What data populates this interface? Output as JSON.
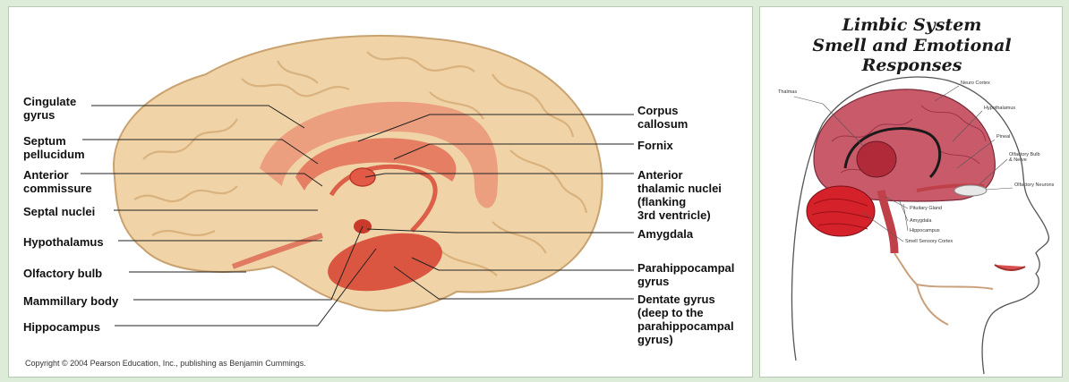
{
  "left": {
    "labels_left": [
      {
        "id": "cingulate",
        "text": "Cingulate\ngyrus"
      },
      {
        "id": "septum",
        "text": "Septum\npellucidum"
      },
      {
        "id": "anterior-commissure",
        "text": "Anterior\ncommissure"
      },
      {
        "id": "septal-nuclei",
        "text": "Septal nuclei"
      },
      {
        "id": "hypothalamus",
        "text": "Hypothalamus"
      },
      {
        "id": "olfactory-bulb",
        "text": "Olfactory bulb"
      },
      {
        "id": "mammillary-body",
        "text": "Mammillary body"
      },
      {
        "id": "hippocampus",
        "text": "Hippocampus"
      }
    ],
    "labels_right": [
      {
        "id": "corpus-callosum",
        "text": "Corpus\ncallosum"
      },
      {
        "id": "fornix",
        "text": "Fornix"
      },
      {
        "id": "anterior-thalamic",
        "text": "Anterior\nthalamic nuclei\n(flanking\n3rd ventricle)"
      },
      {
        "id": "amygdala",
        "text": "Amygdala"
      },
      {
        "id": "parahippocampal",
        "text": "Parahippocampal\ngyrus"
      },
      {
        "id": "dentate",
        "text": "Dentate gyrus\n(deep to the\nparahippocampal\ngyrus)"
      }
    ],
    "copyright": "Copyright © 2004 Pearson Education, Inc., publishing as Benjamin Cummings."
  },
  "right": {
    "title_line1": "Limbic System",
    "title_line2": "Smell and Emotional Responses",
    "labels": [
      {
        "id": "thalmas",
        "text": "Thalmas"
      },
      {
        "id": "neuro-cortex",
        "text": "Neuro Cortex"
      },
      {
        "id": "hypothalamus-r",
        "text": "Hypothalamus"
      },
      {
        "id": "pineal",
        "text": "Pineal"
      },
      {
        "id": "olfactory-bulb-nerve",
        "text": "Olfactory Bulb\n& Nerve"
      },
      {
        "id": "olfactory-neurons",
        "text": "Olfactory Neurons"
      },
      {
        "id": "pituitary",
        "text": "Pituitary Gland"
      },
      {
        "id": "amygdala-r",
        "text": "Amygdala"
      },
      {
        "id": "hippocampus-r",
        "text": "Hippocampus"
      },
      {
        "id": "smell-cortex",
        "text": "Smell Sensory Cortex"
      }
    ]
  }
}
